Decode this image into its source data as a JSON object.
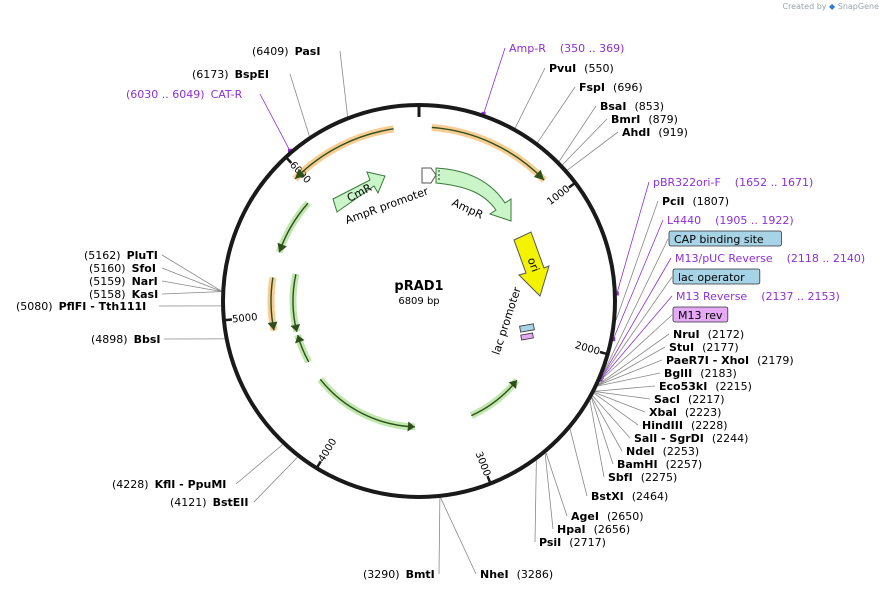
{
  "credit": {
    "created_by": "Created by",
    "brand": "SnapGene",
    "brand_icon": "snapgene-logo-icon"
  },
  "plasmid": {
    "name": "pRAD1",
    "length_label": "6809 bp",
    "total_bp": 6809
  },
  "ticks": [
    {
      "bp": 0,
      "label": ""
    },
    {
      "bp": 1000,
      "label": "1000"
    },
    {
      "bp": 2000,
      "label": "2000"
    },
    {
      "bp": 3000,
      "label": "3000"
    },
    {
      "bp": 4000,
      "label": "4000"
    },
    {
      "bp": 5000,
      "label": "5000"
    },
    {
      "bp": 6000,
      "label": "6000"
    }
  ],
  "colors": {
    "backbone": "#1a1a1a",
    "feature_orange": "#f0a43a",
    "feature_green": "#8cd46a",
    "promoter_fill": "#c9f5c9",
    "ori_fill": "#f3f300",
    "primer": "#8e2fd6",
    "box_blue": "#a6d3e6",
    "box_purple": "#e5a9f5"
  },
  "features": [
    {
      "name": "cat-orange-arc",
      "label": "",
      "start": 5950,
      "end": 6650,
      "dir": -1,
      "ring": 0,
      "color": "orange"
    },
    {
      "name": "ampr-orange-arc",
      "label": "",
      "start": 80,
      "end": 870,
      "dir": 1,
      "ring": 0,
      "color": "orange"
    },
    {
      "name": "orange-arc-5000",
      "label": "",
      "start": 4890,
      "end": 5280,
      "dir": -1,
      "ring": 1,
      "color": "orange"
    },
    {
      "name": "green-arc-5500",
      "label": "",
      "start": 5470,
      "end": 5890,
      "dir": -1,
      "ring": 1,
      "color": "green"
    },
    {
      "name": "green-arc-5200",
      "label": "",
      "start": 4840,
      "end": 5340,
      "dir": -1,
      "ring": 2,
      "color": "green"
    },
    {
      "name": "green-arc-4700",
      "label": "",
      "start": 4560,
      "end": 4810,
      "dir": 1,
      "ring": 2,
      "color": "green"
    },
    {
      "name": "green-arc-3700",
      "label": "",
      "start": 3440,
      "end": 4380,
      "dir": -1,
      "ring": 2,
      "color": "green"
    },
    {
      "name": "green-arc-2500",
      "label": "",
      "start": 2440,
      "end": 2940,
      "dir": -1,
      "ring": 2,
      "color": "green"
    }
  ],
  "inner_features": [
    {
      "name": "cmr-arrow",
      "label": "CmR",
      "kind": "arrow"
    },
    {
      "name": "ampr-promoter-box",
      "label": "AmpR promoter",
      "kind": "promoter"
    },
    {
      "name": "ampr-arrow",
      "label": "AmpR",
      "kind": "arrow"
    },
    {
      "name": "ori-arrow",
      "label": "ori",
      "kind": "ori"
    },
    {
      "name": "lac-promoter",
      "label": "lac promoter",
      "kind": "text"
    }
  ],
  "sites": [
    {
      "name": "site-pasi",
      "pos": "(6409)",
      "enzyme": "PasI",
      "bp": 6409,
      "side": "left"
    },
    {
      "name": "site-bspei",
      "pos": "(6173)",
      "enzyme": "BspEI",
      "bp": 6173,
      "side": "left"
    },
    {
      "name": "site-cat-r",
      "pos": "(6030 .. 6049)",
      "enzyme": "CAT-R",
      "bp": 6040,
      "side": "left",
      "primer": true
    },
    {
      "name": "site-pluti",
      "pos": "(5162)",
      "enzyme": "PluTI",
      "bp": 5162,
      "side": "left"
    },
    {
      "name": "site-sfoi",
      "pos": "(5160)",
      "enzyme": "SfoI",
      "bp": 5160,
      "side": "left"
    },
    {
      "name": "site-nari",
      "pos": "(5159)",
      "enzyme": "NarI",
      "bp": 5159,
      "side": "left"
    },
    {
      "name": "site-kasi",
      "pos": "(5158)",
      "enzyme": "KasI",
      "bp": 5158,
      "side": "left"
    },
    {
      "name": "site-pflfi",
      "pos": "(5080)",
      "enzyme": "PflFI - Tth111I",
      "bp": 5080,
      "side": "left"
    },
    {
      "name": "site-bbsi",
      "pos": "(4898)",
      "enzyme": "BbsI",
      "bp": 4898,
      "side": "left"
    },
    {
      "name": "site-kfli",
      "pos": "(4228)",
      "enzyme": "KflI - PpuMI",
      "bp": 4228,
      "side": "left"
    },
    {
      "name": "site-bsteii",
      "pos": "(4121)",
      "enzyme": "BstEII",
      "bp": 4121,
      "side": "left"
    },
    {
      "name": "site-bmti",
      "pos": "(3290)",
      "enzyme": "BmtI",
      "bp": 3290,
      "side": "left"
    },
    {
      "name": "site-amp-r",
      "pos": "(350 .. 369)",
      "enzyme": "Amp-R",
      "bp": 360,
      "side": "right",
      "primer": true
    },
    {
      "name": "site-pvui",
      "pos": "(550)",
      "enzyme": "PvuI",
      "bp": 550,
      "side": "right"
    },
    {
      "name": "site-fspi",
      "pos": "(696)",
      "enzyme": "FspI",
      "bp": 696,
      "side": "right"
    },
    {
      "name": "site-bsai",
      "pos": "(853)",
      "enzyme": "BsaI",
      "bp": 853,
      "side": "right"
    },
    {
      "name": "site-bmri",
      "pos": "(879)",
      "enzyme": "BmrI",
      "bp": 879,
      "side": "right"
    },
    {
      "name": "site-ahdi",
      "pos": "(919)",
      "enzyme": "AhdI",
      "bp": 919,
      "side": "right"
    },
    {
      "name": "site-pbr322ori-f",
      "pos": "(1652 .. 1671)",
      "enzyme": "pBR322ori-F",
      "bp": 1661,
      "side": "right",
      "primer": true
    },
    {
      "name": "site-pcii",
      "pos": "(1807)",
      "enzyme": "PciI",
      "bp": 1807,
      "side": "right"
    },
    {
      "name": "site-l4440",
      "pos": "(1905 .. 1922)",
      "enzyme": "L4440",
      "bp": 1913,
      "side": "right",
      "primer": true
    },
    {
      "name": "site-cap-binding",
      "pos": "",
      "enzyme": "CAP binding site",
      "bp": 2100,
      "side": "right",
      "box": "blue"
    },
    {
      "name": "site-m13-puc-reverse",
      "pos": "(2118 .. 2140)",
      "enzyme": "M13/pUC Reverse",
      "bp": 2129,
      "side": "right",
      "primer": true
    },
    {
      "name": "site-lac-operator",
      "pos": "",
      "enzyme": "lac operator",
      "bp": 2135,
      "side": "right",
      "box": "blue"
    },
    {
      "name": "site-m13-reverse",
      "pos": "(2137 .. 2153)",
      "enzyme": "M13 Reverse",
      "bp": 2145,
      "side": "right",
      "primer": true
    },
    {
      "name": "site-m13-rev",
      "pos": "",
      "enzyme": "M13 rev",
      "bp": 2150,
      "side": "right",
      "box": "purple"
    },
    {
      "name": "site-nrui",
      "pos": "(2172)",
      "enzyme": "NruI",
      "bp": 2172,
      "side": "right"
    },
    {
      "name": "site-stui",
      "pos": "(2177)",
      "enzyme": "StuI",
      "bp": 2177,
      "side": "right"
    },
    {
      "name": "site-paer7i",
      "pos": "(2179)",
      "enzyme": "PaeR7I - XhoI",
      "bp": 2179,
      "side": "right"
    },
    {
      "name": "site-bglii",
      "pos": "(2183)",
      "enzyme": "BglII",
      "bp": 2183,
      "side": "right"
    },
    {
      "name": "site-eco53ki",
      "pos": "(2215)",
      "enzyme": "Eco53kI",
      "bp": 2215,
      "side": "right"
    },
    {
      "name": "site-saci",
      "pos": "(2217)",
      "enzyme": "SacI",
      "bp": 2217,
      "side": "right"
    },
    {
      "name": "site-xbai",
      "pos": "(2223)",
      "enzyme": "XbaI",
      "bp": 2223,
      "side": "right"
    },
    {
      "name": "site-hindiii",
      "pos": "(2228)",
      "enzyme": "HindIII",
      "bp": 2228,
      "side": "right"
    },
    {
      "name": "site-sali",
      "pos": "(2244)",
      "enzyme": "SalI - SgrDI",
      "bp": 2244,
      "side": "right"
    },
    {
      "name": "site-ndei",
      "pos": "(2253)",
      "enzyme": "NdeI",
      "bp": 2253,
      "side": "right"
    },
    {
      "name": "site-bamhi",
      "pos": "(2257)",
      "enzyme": "BamHI",
      "bp": 2257,
      "side": "right"
    },
    {
      "name": "site-sbfi",
      "pos": "(2275)",
      "enzyme": "SbfI",
      "bp": 2275,
      "side": "right"
    },
    {
      "name": "site-bstxi",
      "pos": "(2464)",
      "enzyme": "BstXI",
      "bp": 2464,
      "side": "right"
    },
    {
      "name": "site-agei",
      "pos": "(2650)",
      "enzyme": "AgeI",
      "bp": 2650,
      "side": "right"
    },
    {
      "name": "site-hpai",
      "pos": "(2656)",
      "enzyme": "HpaI",
      "bp": 2656,
      "side": "right"
    },
    {
      "name": "site-psii",
      "pos": "(2717)",
      "enzyme": "PsiI",
      "bp": 2717,
      "side": "right"
    },
    {
      "name": "site-nhei",
      "pos": "(3286)",
      "enzyme": "NheI",
      "bp": 3286,
      "side": "right"
    }
  ]
}
